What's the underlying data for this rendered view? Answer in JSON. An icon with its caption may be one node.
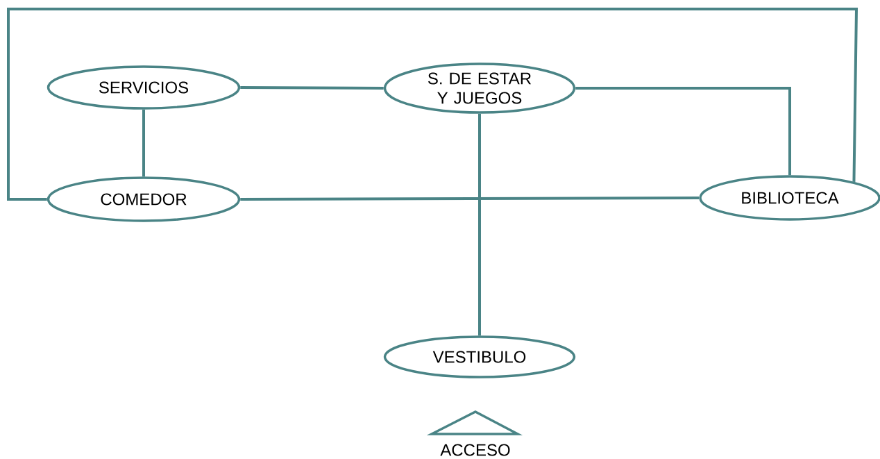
{
  "diagram": {
    "nodes": [
      {
        "text": [
          "SERVICIOS"
        ]
      },
      {
        "text": [
          "S. DE ESTAR Y JUEGOS"
        ]
      },
      {
        "text": [
          "COMEDOR"
        ]
      },
      {
        "text": [
          "BIBLIOTECA"
        ]
      },
      {
        "text": [
          "VESTIBULO"
        ]
      },
      {
        "text": [
          "ACCESO"
        ]
      }
    ],
    "edges": [
      {
        "from": 0,
        "to": 1,
        "arrow": "none"
      },
      {
        "from": 1,
        "to": 3,
        "arrow": "none"
      },
      {
        "from": 0,
        "to": 2,
        "arrow": "none"
      },
      {
        "from": 2,
        "to": 3,
        "arrow": "none"
      },
      {
        "from": 1,
        "to": 4,
        "arrow": "none"
      },
      {
        "from": 2,
        "to": 3,
        "arrow": "none"
      }
    ]
  }
}
